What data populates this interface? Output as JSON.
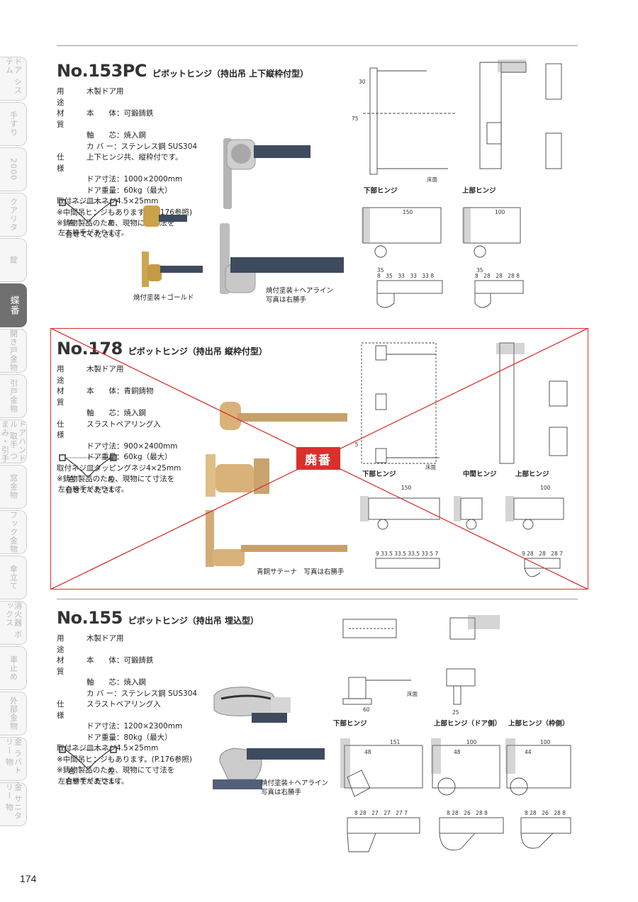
{
  "side_tabs": [
    {
      "label": "ドア システム",
      "active": false
    },
    {
      "label": "手すり",
      "active": false
    },
    {
      "label": "2000",
      "active": false
    },
    {
      "label": "クアリタ",
      "active": false
    },
    {
      "label": "錠",
      "active": false
    },
    {
      "label": "蝶番",
      "active": true
    },
    {
      "label": "開き戸金物",
      "active": false
    },
    {
      "label": "引戸金物",
      "active": false
    },
    {
      "label": "ドアハンドル 取手 つまみ・引手",
      "active": false
    },
    {
      "label": "窓金物",
      "active": false
    },
    {
      "label": "フック金物",
      "active": false
    },
    {
      "label": "傘立て",
      "active": false
    },
    {
      "label": "消火器 ボックス",
      "active": false
    },
    {
      "label": "車止め",
      "active": false
    },
    {
      "label": "外部金物",
      "active": false
    },
    {
      "label": "金 ラバトリー 物",
      "active": false
    },
    {
      "label": "金 サニタリー 物",
      "active": false
    }
  ],
  "page_number": "174",
  "swing": {
    "right": "右",
    "left": "左",
    "caption": "左右勝手があります。"
  },
  "products": [
    {
      "no": "No.153PC",
      "subtitle": "ピボットヒンジ（持出吊 上下縦枠付型）",
      "spec": {
        "use_k": "用　途",
        "use_v": "木製ドア用",
        "mat_k": "材　質",
        "mat_1": "本　　体：可鍛鋳鉄",
        "mat_2": "軸　　芯：焼入鋼",
        "mat_3": "カ バ ー：ステンレス鋼 SUS304",
        "spec_k": "仕　様",
        "spec_1": "上下ヒンジ共、縦枠付です。",
        "spec_2": "ドア寸法：1000×2000mm",
        "spec_3": "ドア重量：60kg（最大）",
        "screw_k": "取付ネジ",
        "screw_v": "皿木ネジ4.5×25mm",
        "note_1": "※中間吊ヒンジもあります。(P.176参照)",
        "note_2": "※鋳物製品のため、現物にて寸法を",
        "note_3": "合せてください。"
      },
      "photo_captions": [
        "焼付塗装＋ゴールド",
        "焼付塗装＋ヘアライン",
        "写真は右勝手"
      ],
      "diagram_labels": [
        "下部ヒンジ",
        "上部ヒンジ",
        "床面"
      ]
    },
    {
      "no": "No.178",
      "subtitle": "ピボットヒンジ（持出吊 縦枠付型）",
      "spec": {
        "use_k": "用　途",
        "use_v": "木製ドア用",
        "mat_k": "材　質",
        "mat_1": "本　　体：青銅鋳物",
        "mat_2": "軸　　芯：焼入鋼",
        "spec_k": "仕　様",
        "spec_1": "スラストベアリング入",
        "spec_2": "ドア寸法：900×2400mm",
        "spec_3": "ドア重量：60kg（最大）",
        "screw_k": "取付ネジ",
        "screw_v": "皿タッピングネジ4×25mm",
        "note_2": "※鋳物製品のため、現物にて寸法を",
        "note_3": "合せてください。"
      },
      "photo_captions": [
        "青銅サテーナ　写真は右勝手"
      ],
      "diagram_labels": [
        "下部ヒンジ",
        "中間ヒンジ",
        "上部ヒンジ",
        "床面"
      ],
      "discontinued_label": "廃番"
    },
    {
      "no": "No.155",
      "subtitle": "ピボットヒンジ（持出吊 埋込型）",
      "spec": {
        "use_k": "用　途",
        "use_v": "木製ドア用",
        "mat_k": "材　質",
        "mat_1": "本　　体：可鍛鋳鉄",
        "mat_2": "軸　　芯：焼入鋼",
        "mat_3": "カ バ ー：ステンレス鋼 SUS304",
        "spec_k": "仕　様",
        "spec_1": "スラストベアリング入",
        "spec_2": "ドア寸法：1200×2300mm",
        "spec_3": "ドア重量：80kg（最大）",
        "screw_k": "取付ネジ",
        "screw_v": "皿木ネジ4.5×25mm",
        "note_1": "※中間吊ヒンジもあります。(P.176参照)",
        "note_2": "※鋳物製品のため、現物にて寸法を",
        "note_3": "合せてください。"
      },
      "photo_captions": [
        "焼付塗装＋ヘアライン",
        "写真は右勝手"
      ],
      "diagram_labels": [
        "下部ヒンジ",
        "上部ヒンジ（ドア側）",
        "上部ヒンジ（枠側）",
        "床面"
      ]
    }
  ],
  "dims": {
    "d150": "150",
    "d100": "100",
    "d151": "151",
    "d48": "48",
    "d44": "44",
    "d75": "75",
    "d30": "30",
    "d35": "35",
    "d60": "60",
    "d25": "25",
    "row153b": "8　35　33　33　33 8",
    "row153t": "8　28　28　28 8",
    "row178b": "9 33.5 33.5 33.5 33.5 7",
    "row178t": "9 28　28　28 7",
    "row155b": "8 28　27　27　27 7",
    "row155t": "8 28　26　28 8"
  }
}
